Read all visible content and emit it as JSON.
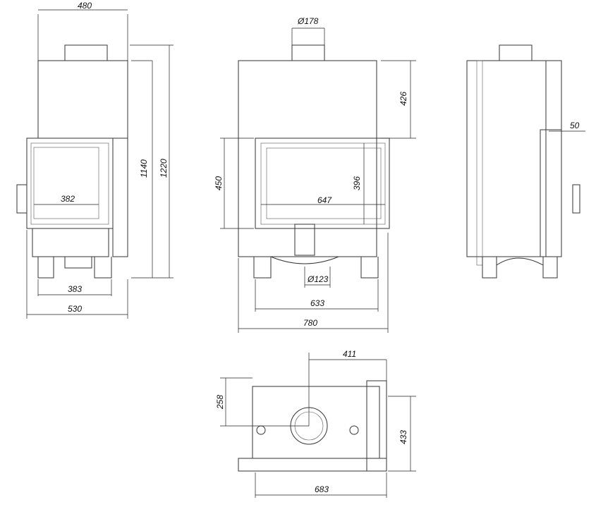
{
  "title": "Fireplace insert dimension drawing",
  "front_view": {
    "width_top": "480",
    "height_inner": "1140",
    "height_total": "1220",
    "glass_width": "382",
    "base_width": "383",
    "total_width": "530"
  },
  "side_view": {
    "flue_diameter": "Ø178",
    "top_height": "426",
    "door_height": "450",
    "glass_height": "396",
    "glass_width": "647",
    "air_inlet_diameter": "Ø123",
    "base_width": "633",
    "total_width": "780"
  },
  "profile_view": {
    "frame_depth": "50"
  },
  "top_view": {
    "flue_offset": "411",
    "flue_depth": "258",
    "depth": "433",
    "width": "683"
  }
}
